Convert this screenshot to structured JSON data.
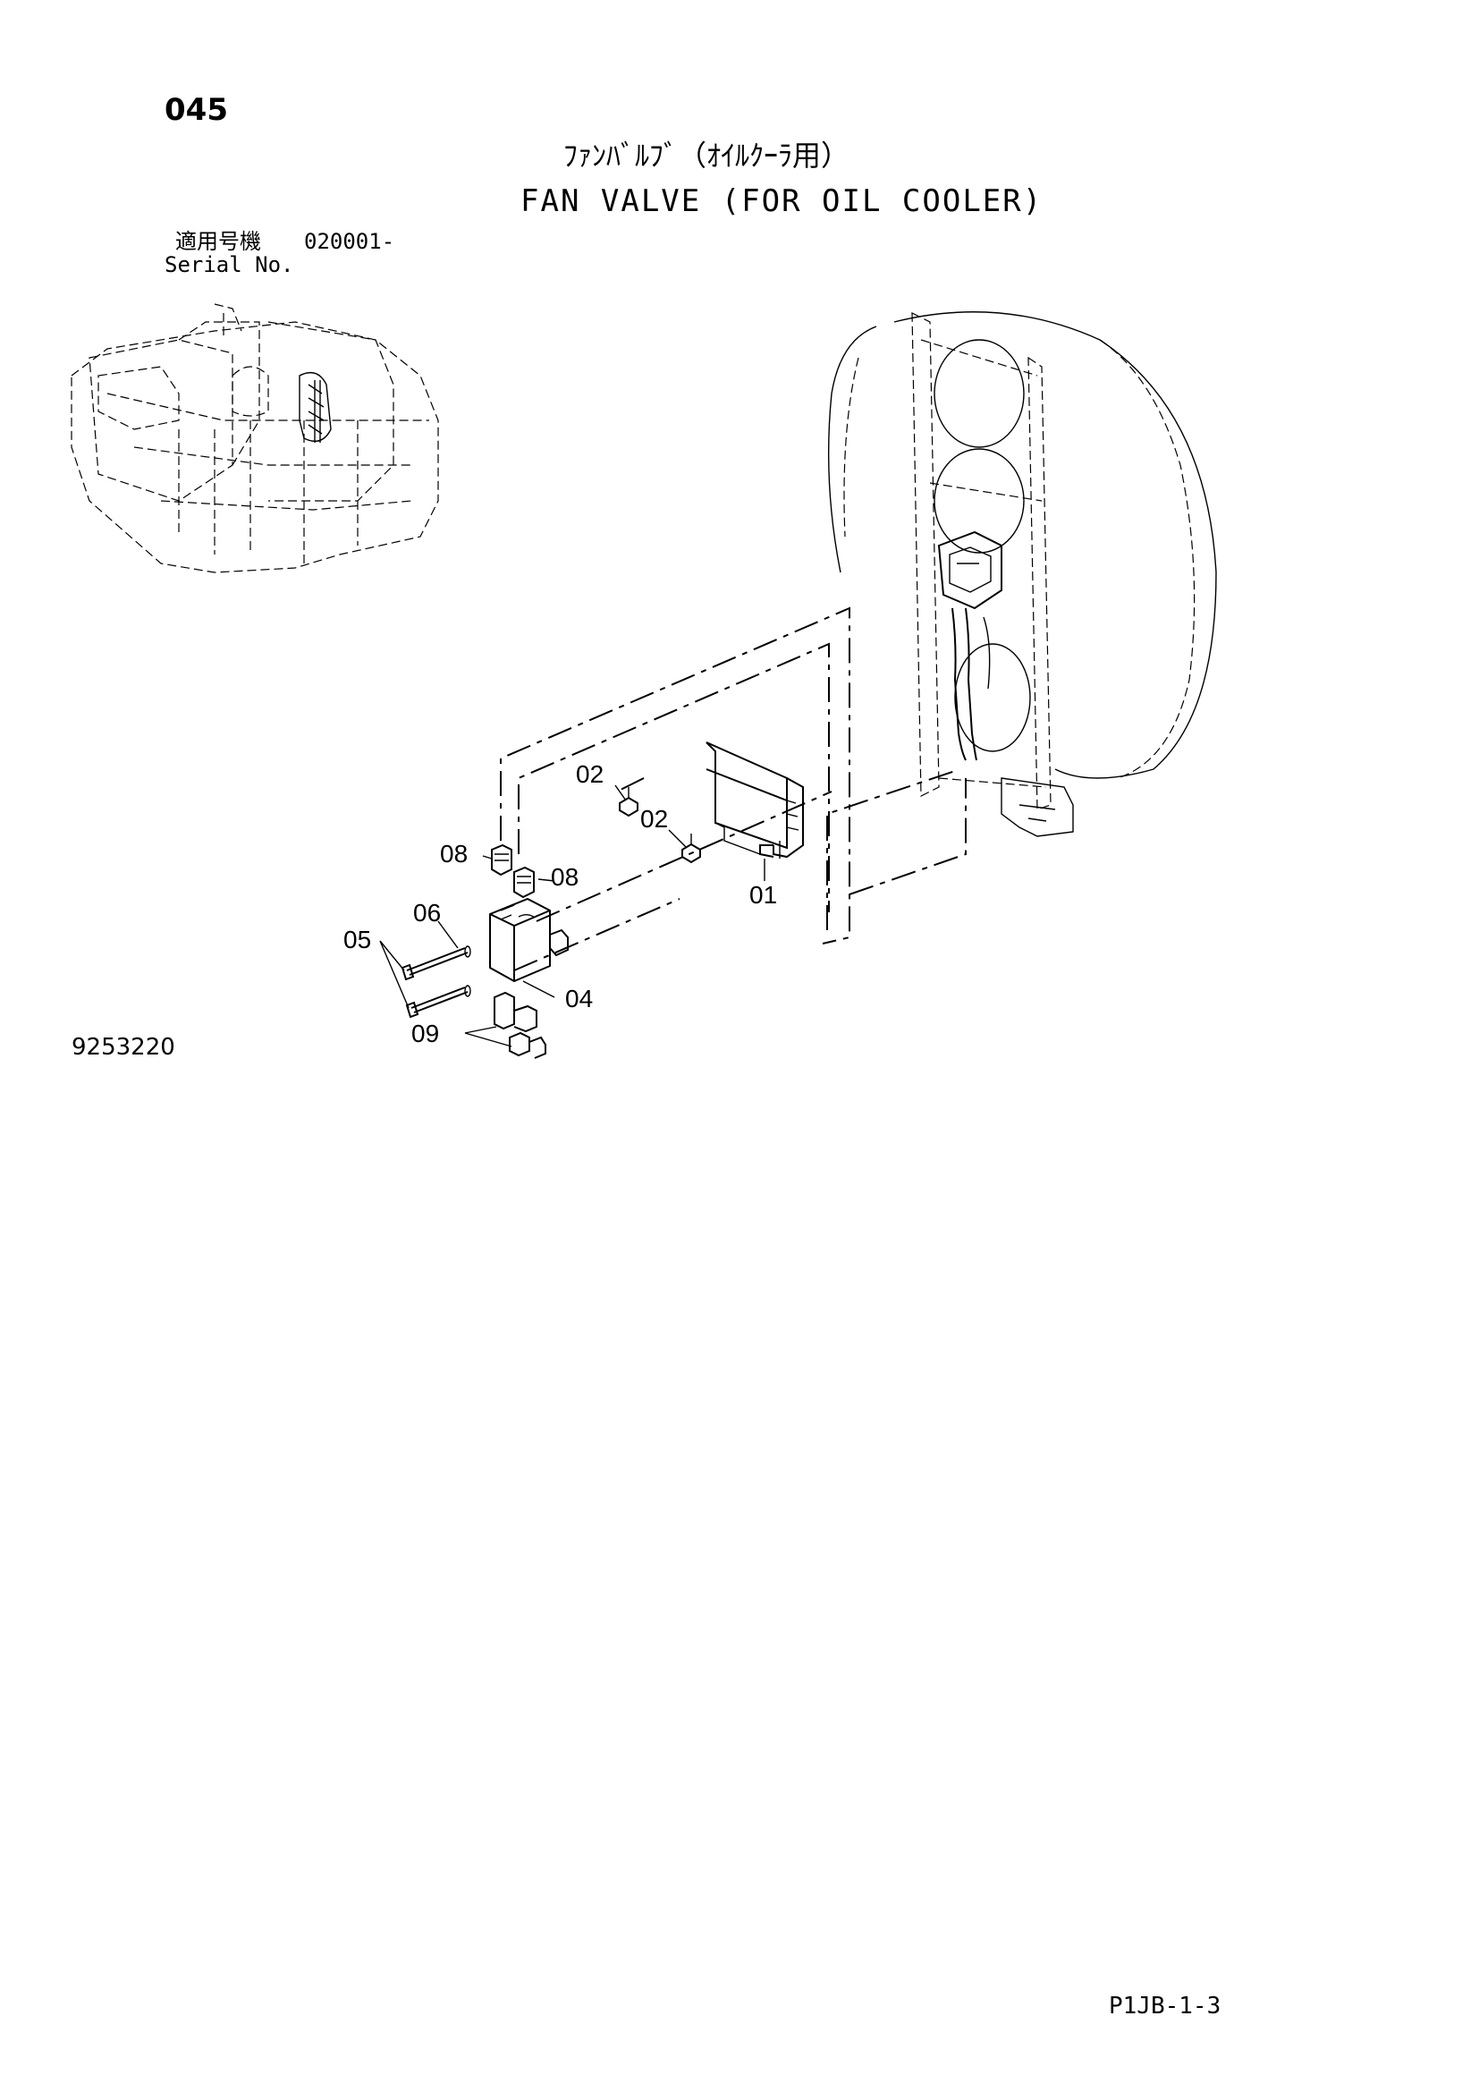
{
  "header": {
    "page_number": "045",
    "title_jp": "ﾌｧﾝﾊﾞﾙﾌﾞ（ｵｲﾙｸｰﾗ用）",
    "title_en": "FAN VALVE (FOR OIL COOLER)",
    "serial_label_jp": "適用号機",
    "serial_value": "020001-",
    "serial_label_en": "Serial No."
  },
  "figure": {
    "figure_number": "9253220",
    "callouts": [
      "01",
      "02",
      "02",
      "04",
      "05",
      "06",
      "08",
      "08",
      "09"
    ]
  },
  "footer": {
    "sheet_reference": "P1JB-1-3"
  }
}
